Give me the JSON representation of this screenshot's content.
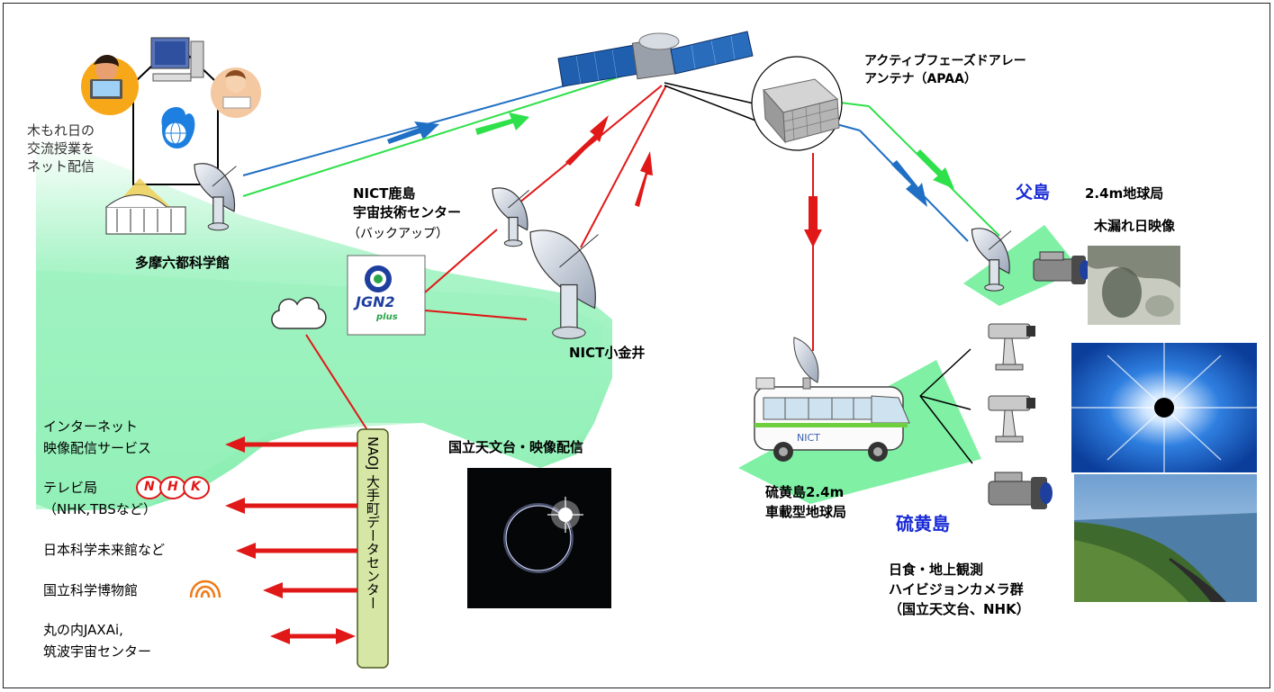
{
  "labels": {
    "school_note": "木もれ日の\n交流授業を\nネット配信",
    "tama": "多摩六都科学館",
    "kashima": "NICT鹿島\n宇宙技術センター",
    "backup": "（バックアップ）",
    "koganei": "NICT小金井",
    "apaa": "アクティブフェーズドアレー\nアンテナ（APAA）",
    "chichijima": "父島",
    "chichi_station": "2.4m地球局",
    "komorebi": "木漏れ日映像",
    "iwo_station": "硫黄島2.4m\n車載型地球局",
    "iwojima": "硫黄島",
    "cameras": "日食・地上観測\nハイビジョンカメラ群\n（国立天文台、NHK）",
    "naoj_stream": "国立天文台・映像配信",
    "naoj_dc": "NAOJ 大手町データセンター",
    "jgn_logo": "JGN2",
    "jgn_sub": "plus",
    "van_text": "NICT",
    "nhk_letters": [
      "N",
      "H",
      "K"
    ]
  },
  "destinations": [
    "インターネット\n映像配信サービス",
    "テレビ局\n（NHK,TBSなど）",
    "日本科学未来館など",
    "国立科学博物館",
    "丸の内JAXAi,\n筑波宇宙センター"
  ],
  "colors": {
    "blue_link": "#1f6fc4",
    "green_link": "#2ee04a",
    "red_link": "#e01818",
    "coverage": "#8ef0b4",
    "coverage_dark": "#5ee08e",
    "dc_box": "#d6e6a4",
    "title_blue": "#1a2bd6"
  }
}
